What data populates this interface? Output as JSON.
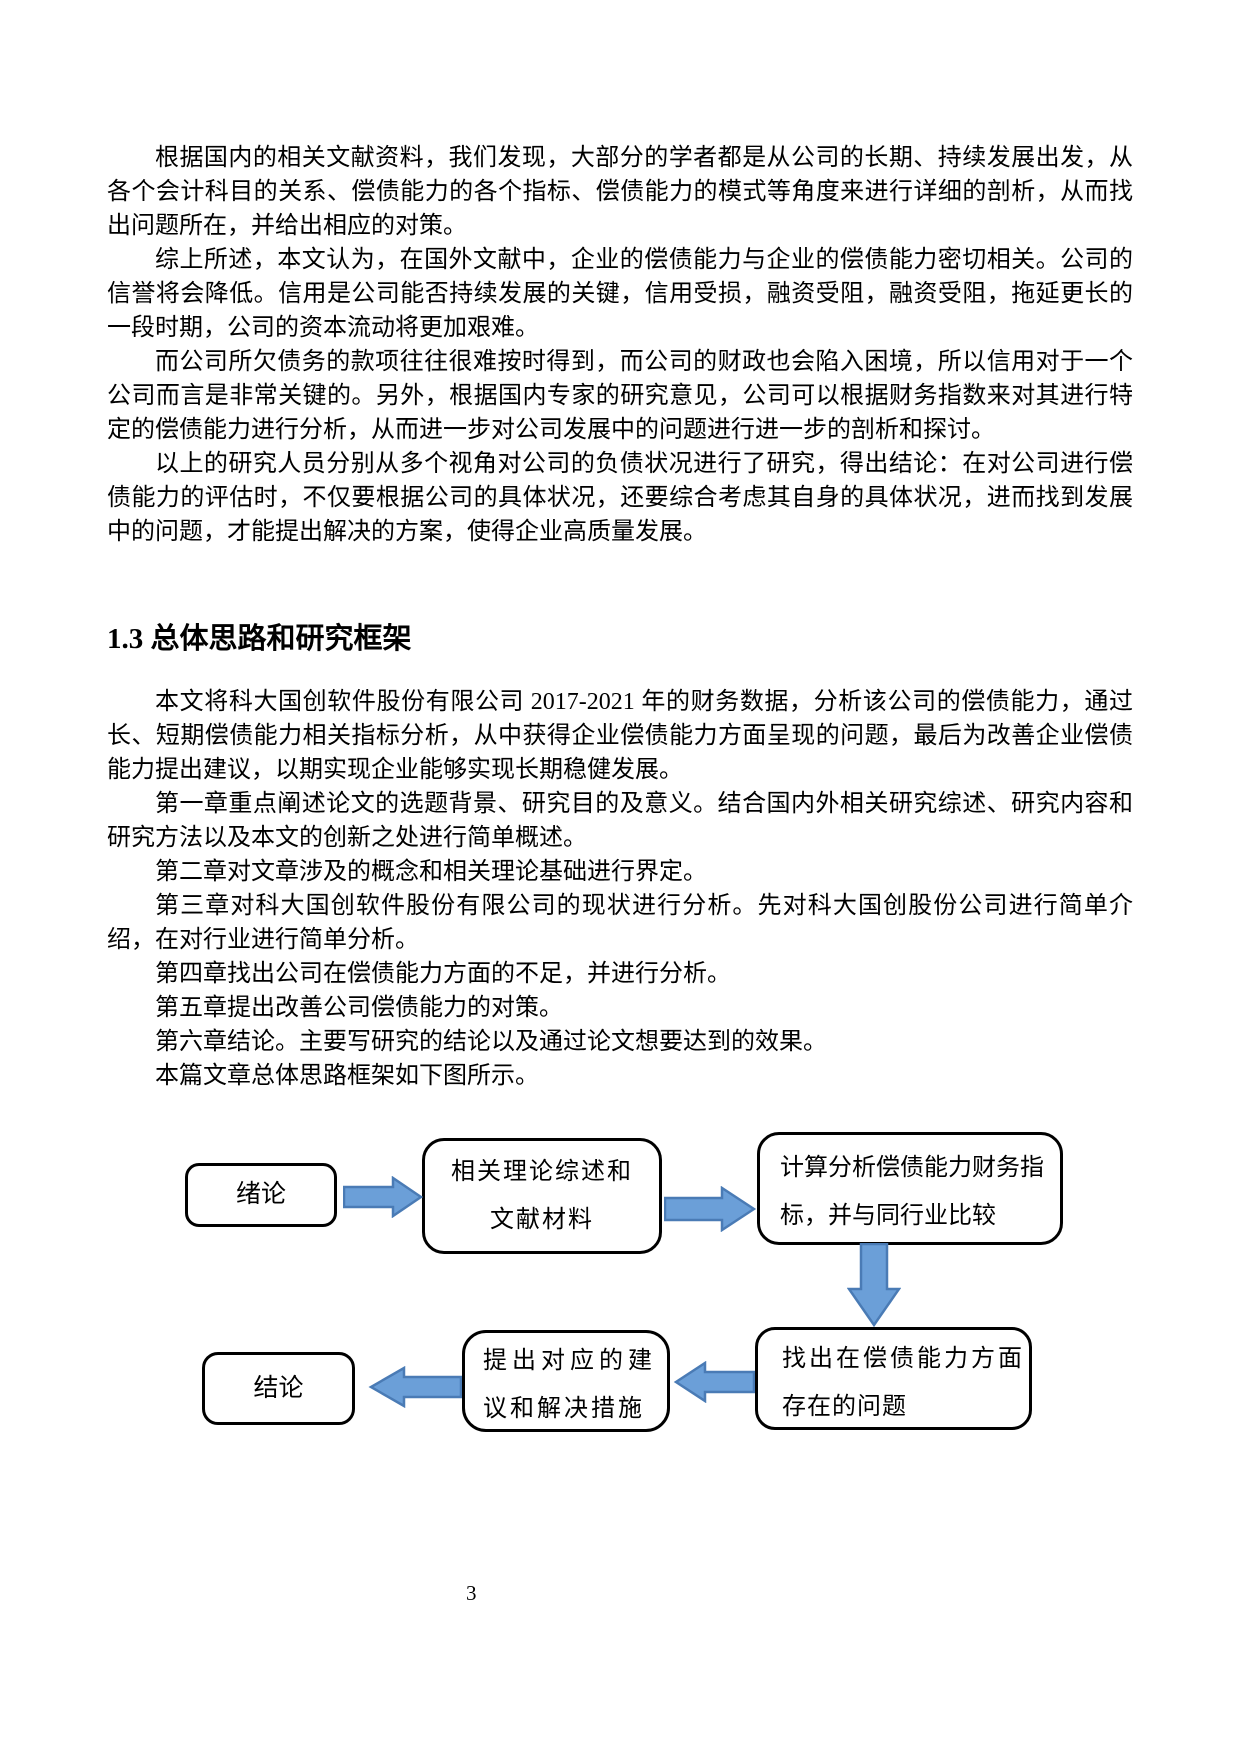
{
  "doc": {
    "paragraphs": [
      "根据国内的相关文献资料，我们发现，大部分的学者都是从公司的长期、持续发展出发，从各个会计科目的关系、偿债能力的各个指标、偿债能力的模式等角度来进行详细的剖析，从而找出问题所在，并给出相应的对策。",
      "综上所述，本文认为，在国外文献中，企业的偿债能力与企业的偿债能力密切相关。公司的信誉将会降低。信用是公司能否持续发展的关键，信用受损，融资受阻，融资受阻，拖延更长的一段时期，公司的资本流动将更加艰难。",
      "而公司所欠债务的款项往往很难按时得到，而公司的财政也会陷入困境，所以信用对于一个公司而言是非常关键的。另外，根据国内专家的研究意见，公司可以根据财务指数来对其进行特定的偿债能力进行分析，从而进一步对公司发展中的问题进行进一步的剖析和探讨。",
      "以上的研究人员分别从多个视角对公司的负债状况进行了研究，得出结论：在对公司进行偿债能力的评估时，不仅要根据公司的具体状况，还要综合考虑其自身的具体状况，进而找到发展中的问题，才能提出解决的方案，使得企业高质量发展。"
    ],
    "section_heading": "1.3 总体思路和研究框架",
    "section_paragraphs": [
      "本文将科大国创软件股份有限公司 2017-2021 年的财务数据，分析该公司的偿债能力，通过长、短期偿债能力相关指标分析，从中获得企业偿债能力方面呈现的问题，最后为改善企业偿债能力提出建议，以期实现企业能够实现长期稳健发展。",
      "第一章重点阐述论文的选题背景、研究目的及意义。结合国内外相关研究综述、研究内容和研究方法以及本文的创新之处进行简单概述。",
      "第二章对文章涉及的概念和相关理论基础进行界定。",
      "第三章对科大国创软件股份有限公司的现状进行分析。先对科大国创股份公司进行简单介绍，在对行业进行简单分析。",
      "第四章找出公司在偿债能力方面的不足，并进行分析。",
      "第五章提出改善公司偿债能力的对策。",
      "第六章结论。主要写研究的结论以及通过论文想要达到的效果。",
      "本篇文章总体思路框架如下图所示。"
    ],
    "page_number": "3"
  },
  "flowchart": {
    "arrow_fill": "#6B9FD8",
    "arrow_stroke": "#4A7BB5",
    "box_border_color": "#000000",
    "boxes": {
      "intro": {
        "label": "绪论"
      },
      "theory": {
        "line1": "相关理论综述和",
        "line2": "文献材料"
      },
      "calc": {
        "line1": "计算分析偿债能力财务指",
        "line2": "标，并与同行业比较"
      },
      "problem": {
        "line1": "找出在偿债能力方面",
        "line2": "存在的问题"
      },
      "suggest": {
        "line1": "提出对应的建",
        "line2": "议和解决措施"
      },
      "conclusion": {
        "label": "结论"
      }
    }
  }
}
